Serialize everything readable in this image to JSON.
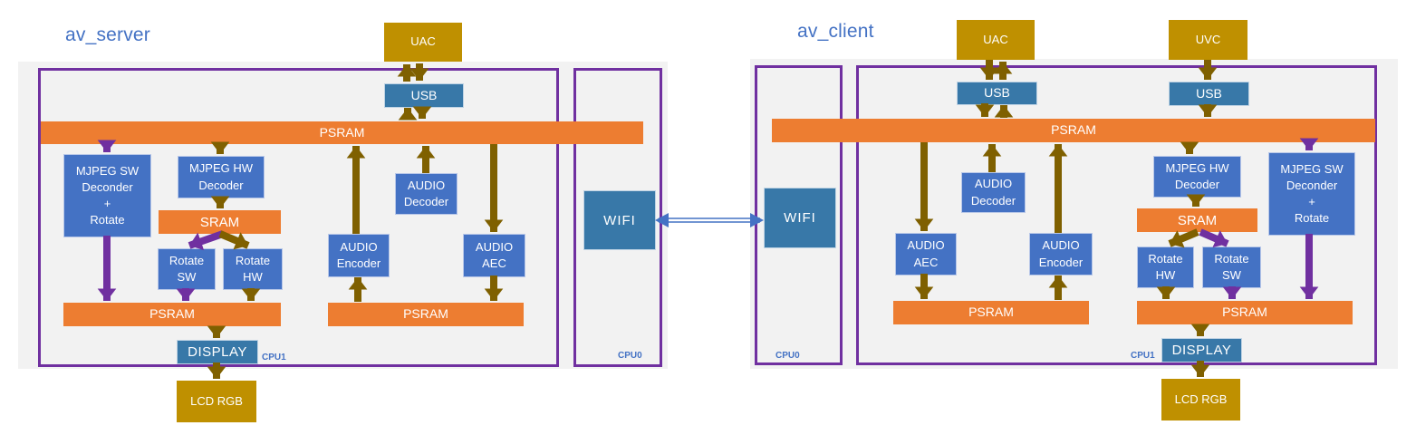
{
  "colors": {
    "block_blue": "#4472C4",
    "block_steel_blue": "#3878A8",
    "block_gold": "#BF9000",
    "block_orange": "#ED7D31",
    "arrow_olive": "#7F6000",
    "arrow_purple": "#7030A0",
    "frame_purple": "#7030A0",
    "label_blue": "#4472C4",
    "wifi_link_blue": "#4472C4",
    "panel_gray": "#F2F2F2"
  },
  "server": {
    "title": "av_server",
    "cpu1_label": "CPU1",
    "cpu0_label": "CPU0",
    "nodes": {
      "uac": "UAC",
      "usb": "USB",
      "psram_main": "PSRAM",
      "mjpeg_sw_decoder_rotate": "MJPEG SW\nDeconder\n+\nRotate",
      "mjpeg_hw_decoder": "MJPEG HW\nDecoder",
      "sram": "SRAM",
      "rotate_sw": "Rotate\nSW",
      "rotate_hw": "Rotate\nHW",
      "audio_encoder": "AUDIO\nEncoder",
      "audio_decoder": "AUDIO\nDecoder",
      "audio_aec": "AUDIO\nAEC",
      "psram_video": "PSRAM",
      "psram_audio": "PSRAM",
      "display": "DISPLAY",
      "lcd_rgb": "LCD RGB",
      "wifi": "WIFI"
    }
  },
  "client": {
    "title": "av_client",
    "cpu0_label": "CPU0",
    "cpu1_label": "CPU1",
    "nodes": {
      "uac": "UAC",
      "usb_audio": "USB",
      "uvc": "UVC",
      "usb_video": "USB",
      "psram_main": "PSRAM",
      "audio_aec": "AUDIO\nAEC",
      "audio_decoder": "AUDIO\nDecoder",
      "audio_encoder": "AUDIO\nEncoder",
      "mjpeg_hw_decoder": "MJPEG HW\nDecoder",
      "sram": "SRAM",
      "rotate_hw": "Rotate\nHW",
      "rotate_sw": "Rotate\nSW",
      "mjpeg_sw_decoder_rotate": "MJPEG SW\nDeconder\n+\nRotate",
      "psram_audio": "PSRAM",
      "psram_video": "PSRAM",
      "display": "DISPLAY",
      "lcd_rgb": "LCD RGB",
      "wifi": "WIFI"
    }
  }
}
